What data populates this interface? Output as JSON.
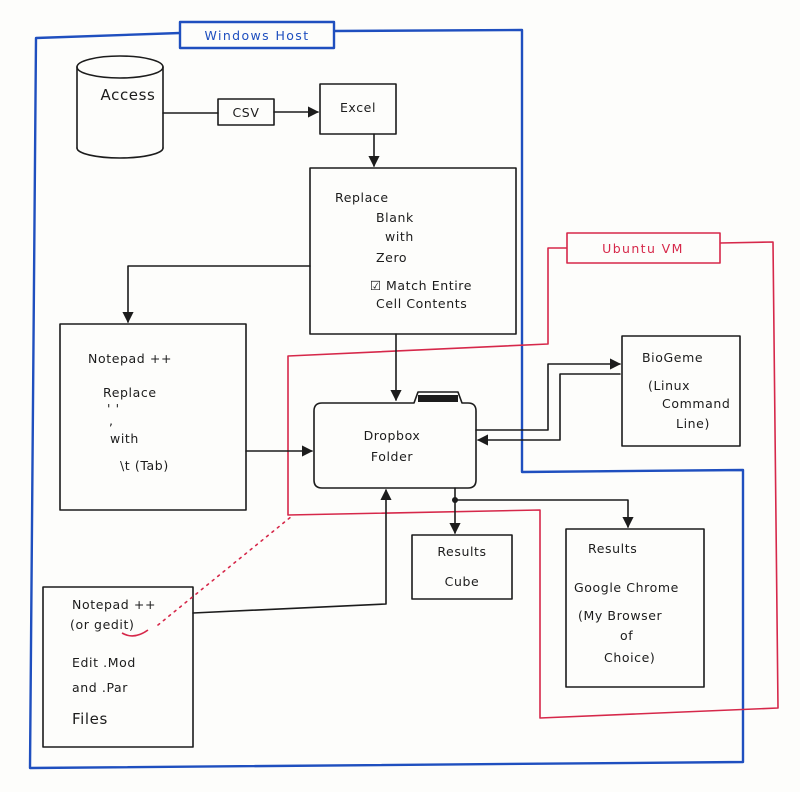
{
  "regions": {
    "windows_host": "Windows Host",
    "ubuntu_vm": "Ubuntu VM"
  },
  "nodes": {
    "access": "Access",
    "csv": "CSV",
    "excel": "Excel",
    "replace_box": {
      "line1": "Replace",
      "line2": "Blank",
      "line3": "with",
      "line4": "Zero",
      "check_mark": "☑",
      "line5": "Match Entire",
      "line6": "Cell Contents"
    },
    "notepad_replace": {
      "title": "Notepad ++",
      "line1": "Replace",
      "line2": "' '",
      "line3": ",",
      "line4": "with",
      "line5": "\\t (Tab)"
    },
    "dropbox": {
      "line1": "Dropbox",
      "line2": "Folder"
    },
    "biogeme": {
      "title": "BioGeme",
      "line1": "(Linux",
      "line2": "Command",
      "line3": "Line)"
    },
    "results_cube": {
      "line1": "Results",
      "line2": "Cube"
    },
    "results_chrome": {
      "line1": "Results",
      "line2": "Google Chrome",
      "line3": "(My Browser",
      "line4": "of",
      "line5": "Choice)"
    },
    "notepad_edit": {
      "title": "Notepad ++",
      "line1": "(or gedit)",
      "line2": "Edit .Mod",
      "line3": "and .Par",
      "line4": "Files"
    }
  },
  "colors": {
    "ink": "#1c1c1c",
    "windows_host": "#1f4fbf",
    "ubuntu_vm": "#d6284a",
    "paper": "#fdfdfb"
  }
}
